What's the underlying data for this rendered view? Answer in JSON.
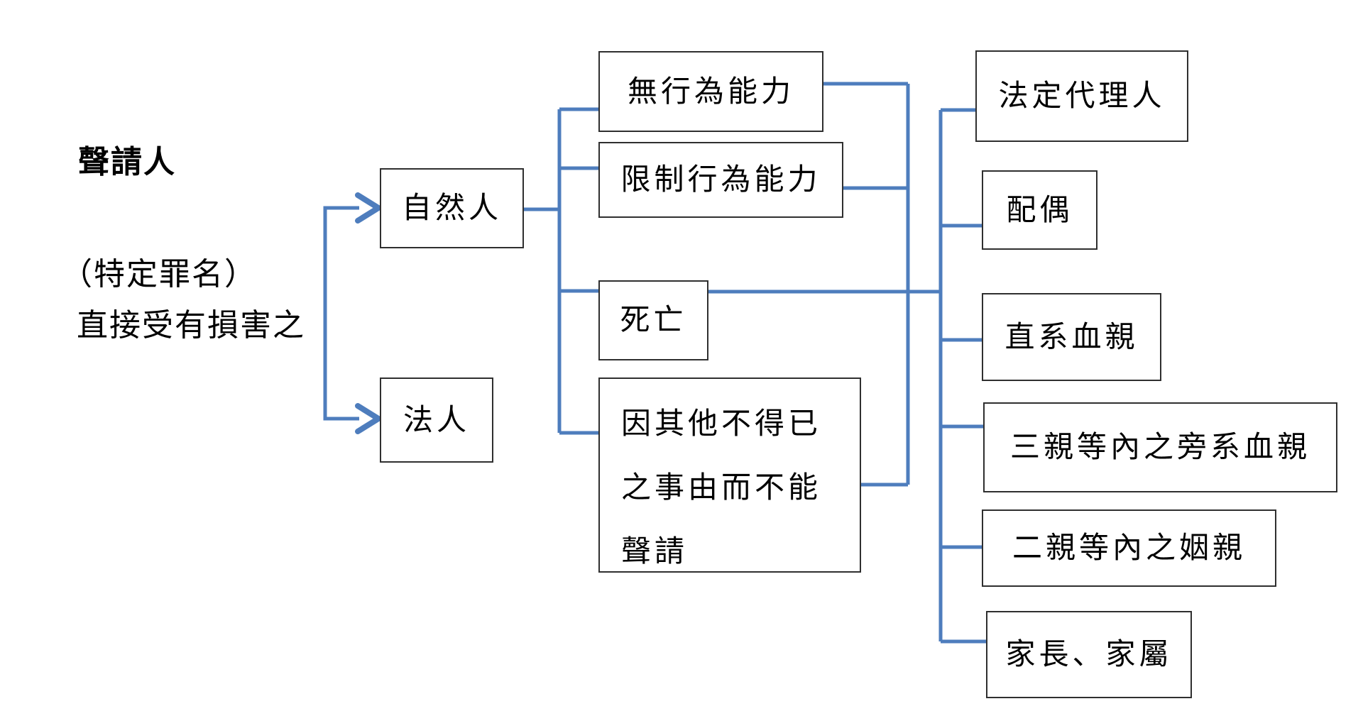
{
  "title": "聲請人",
  "subtitle": {
    "line1": "（特定罪名）",
    "line2": "直接受有損害之"
  },
  "nodes": {
    "natural_person": "自然人",
    "legal_person": "法人",
    "no_capacity": "無行為能力",
    "limited_capacity": "限制行為能力",
    "death": "死亡",
    "other_reason_lines": [
      "因其他不得已",
      "之事由而不能",
      "聲請"
    ],
    "legal_representative": "法定代理人",
    "spouse": "配偶",
    "lineal_blood": "直系血親",
    "collateral_third_degree": "三親等內之旁系血親",
    "affinity_second_degree": "二親等內之姻親",
    "family_head_members": "家長、家屬"
  },
  "edges": [
    {
      "from": "聲請人（特定罪名）直接受有損害之",
      "to": "自然人"
    },
    {
      "from": "聲請人（特定罪名）直接受有損害之",
      "to": "法人"
    },
    {
      "from": "自然人",
      "to": "無行為能力"
    },
    {
      "from": "自然人",
      "to": "限制行為能力"
    },
    {
      "from": "自然人",
      "to": "死亡"
    },
    {
      "from": "自然人",
      "to": "因其他不得已之事由而不能聲請"
    },
    {
      "from": "無行為能力／限制行為能力／死亡／因其他不得已之事由而不能聲請",
      "to": "法定代理人"
    },
    {
      "from": "無行為能力／限制行為能力／死亡／因其他不得已之事由而不能聲請",
      "to": "配偶"
    },
    {
      "from": "無行為能力／限制行為能力／死亡／因其他不得已之事由而不能聲請",
      "to": "直系血親"
    },
    {
      "from": "無行為能力／限制行為能力／死亡／因其他不得已之事由而不能聲請",
      "to": "三親等內之旁系血親"
    },
    {
      "from": "無行為能力／限制行為能力／死亡／因其他不得已之事由而不能聲請",
      "to": "二親等內之姻親"
    },
    {
      "from": "無行為能力／限制行為能力／死亡／因其他不得已之事由而不能聲請",
      "to": "家長、家屬"
    }
  ],
  "colors": {
    "connector": "#4E7DBD",
    "box_border": "#2F2F2F",
    "text": "#000000"
  }
}
